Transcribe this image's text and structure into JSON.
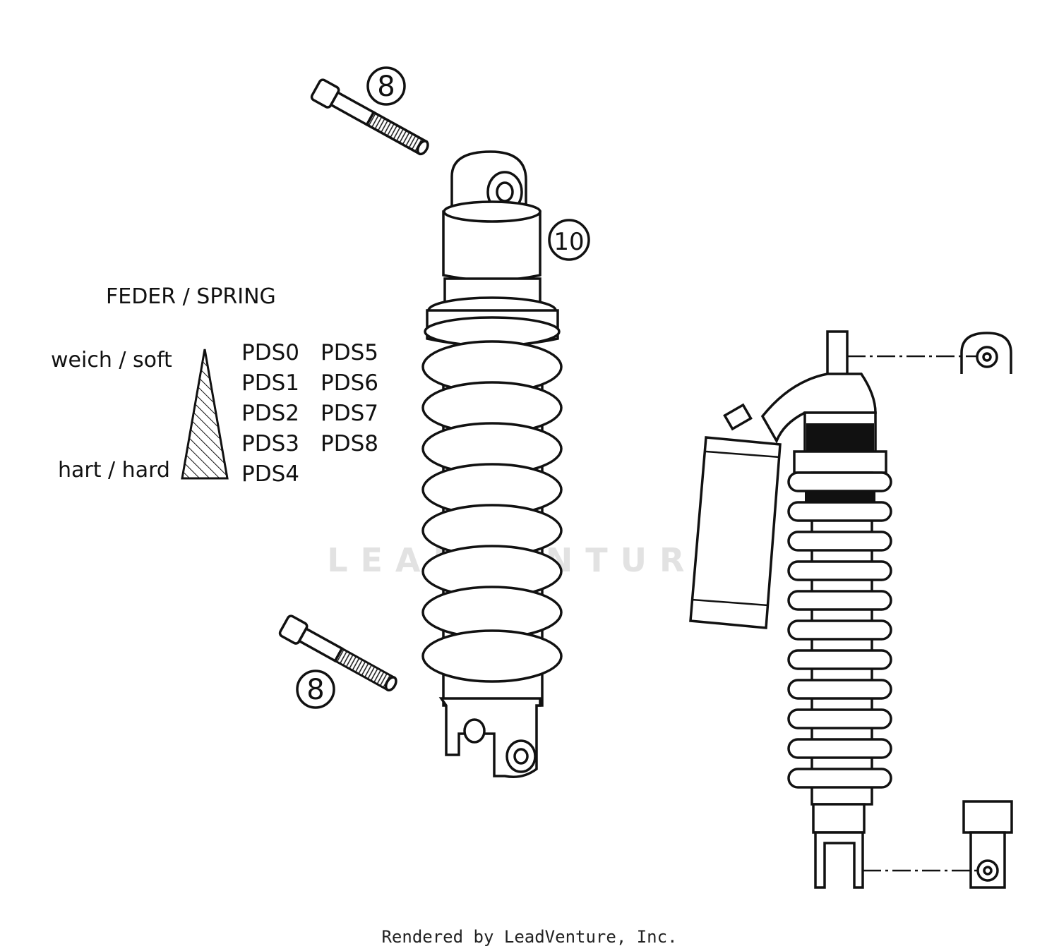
{
  "callouts": {
    "bolt_top": "8",
    "shock": "10",
    "bolt_bottom": "8"
  },
  "spring_table": {
    "title": "FEDER / SPRING",
    "soft_label": "weich / soft",
    "hard_label": "hart / hard",
    "codes_col1": [
      "PDS0",
      "PDS1",
      "PDS2",
      "PDS3",
      "PDS4"
    ],
    "codes_col2": [
      "PDS5",
      "PDS6",
      "PDS7",
      "PDS8"
    ]
  },
  "watermark": "LEADVENTURE",
  "footer": "Rendered by LeadVenture, Inc."
}
